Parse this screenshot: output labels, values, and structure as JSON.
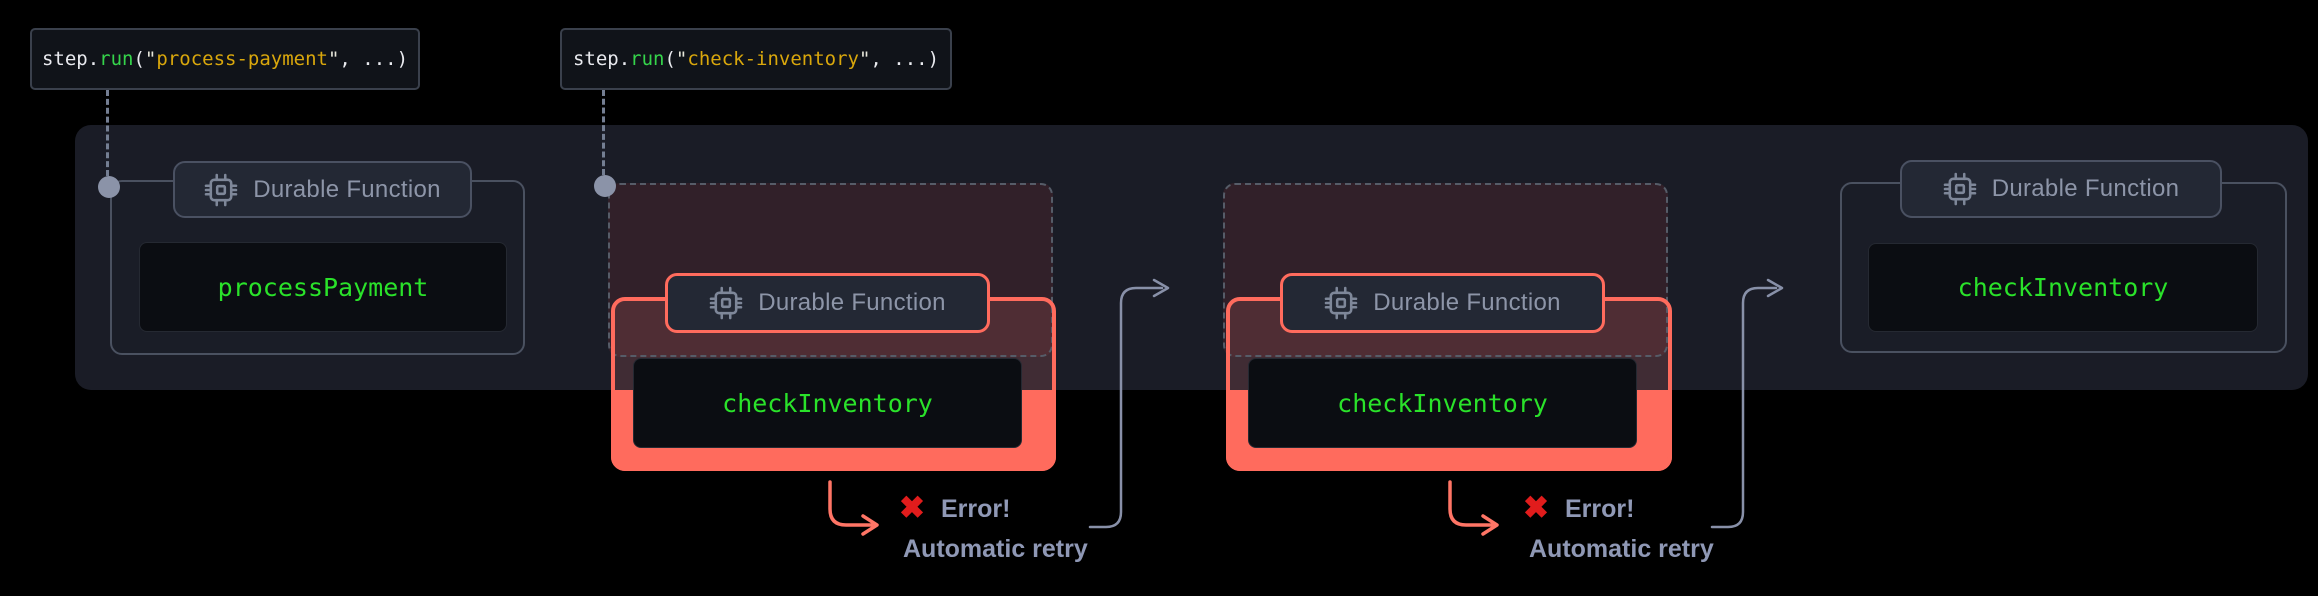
{
  "diagram": {
    "description_colors": {
      "accent_salmon": "#ff6b5d",
      "accent_green": "#2ae22a",
      "error_red": "#e11c1c",
      "code_string_yellow": "#d9a70c",
      "code_function_green": "#35d44b",
      "muted_label": "#8d95a8"
    }
  },
  "code_tooltips": [
    {
      "pre": "step.",
      "fn": "run",
      "open": "(",
      "quote_open": "\"",
      "step_id": "process-payment",
      "quote_close": "\"",
      "rest": ", ...)"
    },
    {
      "pre": "step.",
      "fn": "run",
      "open": "(",
      "quote_open": "\"",
      "step_id": "check-inventory",
      "quote_close": "\"",
      "rest": ", ...)"
    }
  ],
  "cards": [
    {
      "badge": "Durable Function",
      "function": "processPayment",
      "state": "normal"
    },
    {
      "badge": "Durable Function",
      "function": "checkInventory",
      "state": "failed"
    },
    {
      "badge": "Durable Function",
      "function": "checkInventory",
      "state": "failed"
    },
    {
      "badge": "Durable Function",
      "function": "checkInventory",
      "state": "normal"
    }
  ],
  "errors": [
    {
      "icon": "✖",
      "title": "Error!",
      "subtitle": "Automatic retry"
    },
    {
      "icon": "✖",
      "title": "Error!",
      "subtitle": "Automatic retry"
    }
  ]
}
